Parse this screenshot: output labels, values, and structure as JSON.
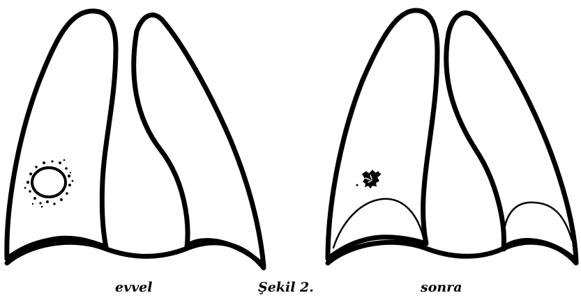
{
  "figure": {
    "label": "Şekil 2.",
    "panels": [
      {
        "caption": "evvel"
      },
      {
        "caption": "sonra"
      }
    ]
  },
  "colors": {
    "ink": "#000000",
    "paper": "#ffffff"
  }
}
